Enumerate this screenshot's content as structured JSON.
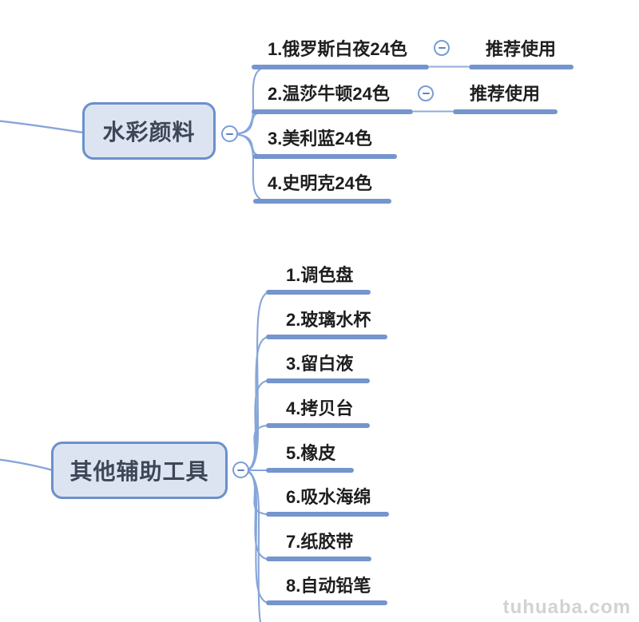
{
  "diagram": {
    "type": "mindmap-partial-view",
    "colors": {
      "node_fill": "#dde4f1",
      "node_border": "#6b90cb",
      "underline_bar": "#7495cd",
      "connector_line": "#86a5d9",
      "node_text": "#3d4757",
      "topic_text": "#1e1e1e",
      "toggle_stroke": "#7b9cd4",
      "watermark_color": "#d2d2d2"
    },
    "watercolor_branch": {
      "label": "水彩颜料",
      "toggle_state": "collapsed-minus",
      "children": [
        {
          "label": "1.俄罗斯白夜24色"
        },
        {
          "label": "2.温莎牛顿24色"
        },
        {
          "label": "3.美利蓝24色"
        },
        {
          "label": "4.史明克24色"
        }
      ],
      "notes": [
        {
          "label": "推荐使用",
          "attached_to": "1.俄罗斯白夜24色"
        },
        {
          "label": "推荐使用",
          "attached_to": "2.温莎牛顿24色"
        }
      ]
    },
    "tools_branch": {
      "label": "其他辅助工具",
      "toggle_state": "collapsed-minus",
      "children": [
        {
          "label": "1.调色盘"
        },
        {
          "label": "2.玻璃水杯"
        },
        {
          "label": "3.留白液"
        },
        {
          "label": "4.拷贝台"
        },
        {
          "label": "5.橡皮"
        },
        {
          "label": "6.吸水海绵"
        },
        {
          "label": "7.纸胶带"
        },
        {
          "label": "8.自动铅笔"
        }
      ]
    },
    "watermark": {
      "text": "tuhuaba.com"
    }
  }
}
